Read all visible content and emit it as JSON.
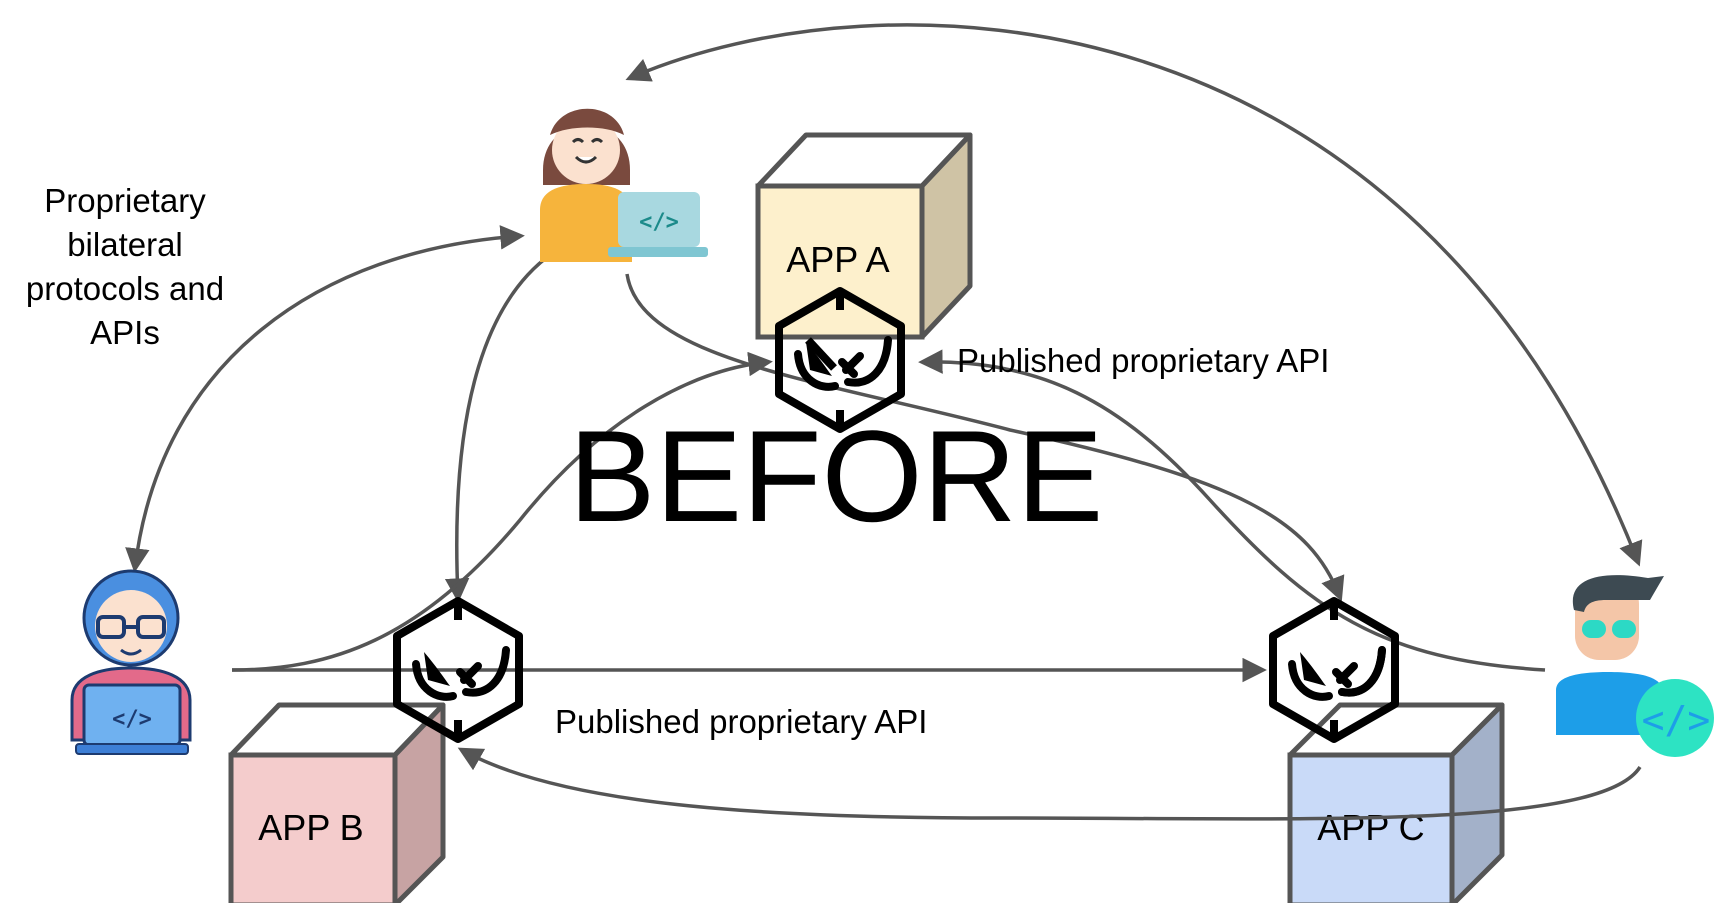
{
  "title": "BEFORE",
  "apps": [
    {
      "id": "a",
      "label": "APP A",
      "color": "#fdf0cc"
    },
    {
      "id": "b",
      "label": "APP B",
      "color": "#f4cccc"
    },
    {
      "id": "c",
      "label": "APP C",
      "color": "#c9daf8"
    }
  ],
  "annotations": {
    "left_note": [
      "Proprietary",
      "bilateral",
      "protocols and",
      "APIs"
    ],
    "api_top": "Published proprietary API",
    "api_bottom": "Published proprietary API"
  },
  "colors": {
    "arrow": "#555555",
    "box_stroke": "#555555",
    "plug_icon": "#000000"
  },
  "icons": [
    "developer-woman-icon",
    "developer-man-glasses-icon",
    "developer-man-cyan-icon",
    "api-plug-icon"
  ]
}
